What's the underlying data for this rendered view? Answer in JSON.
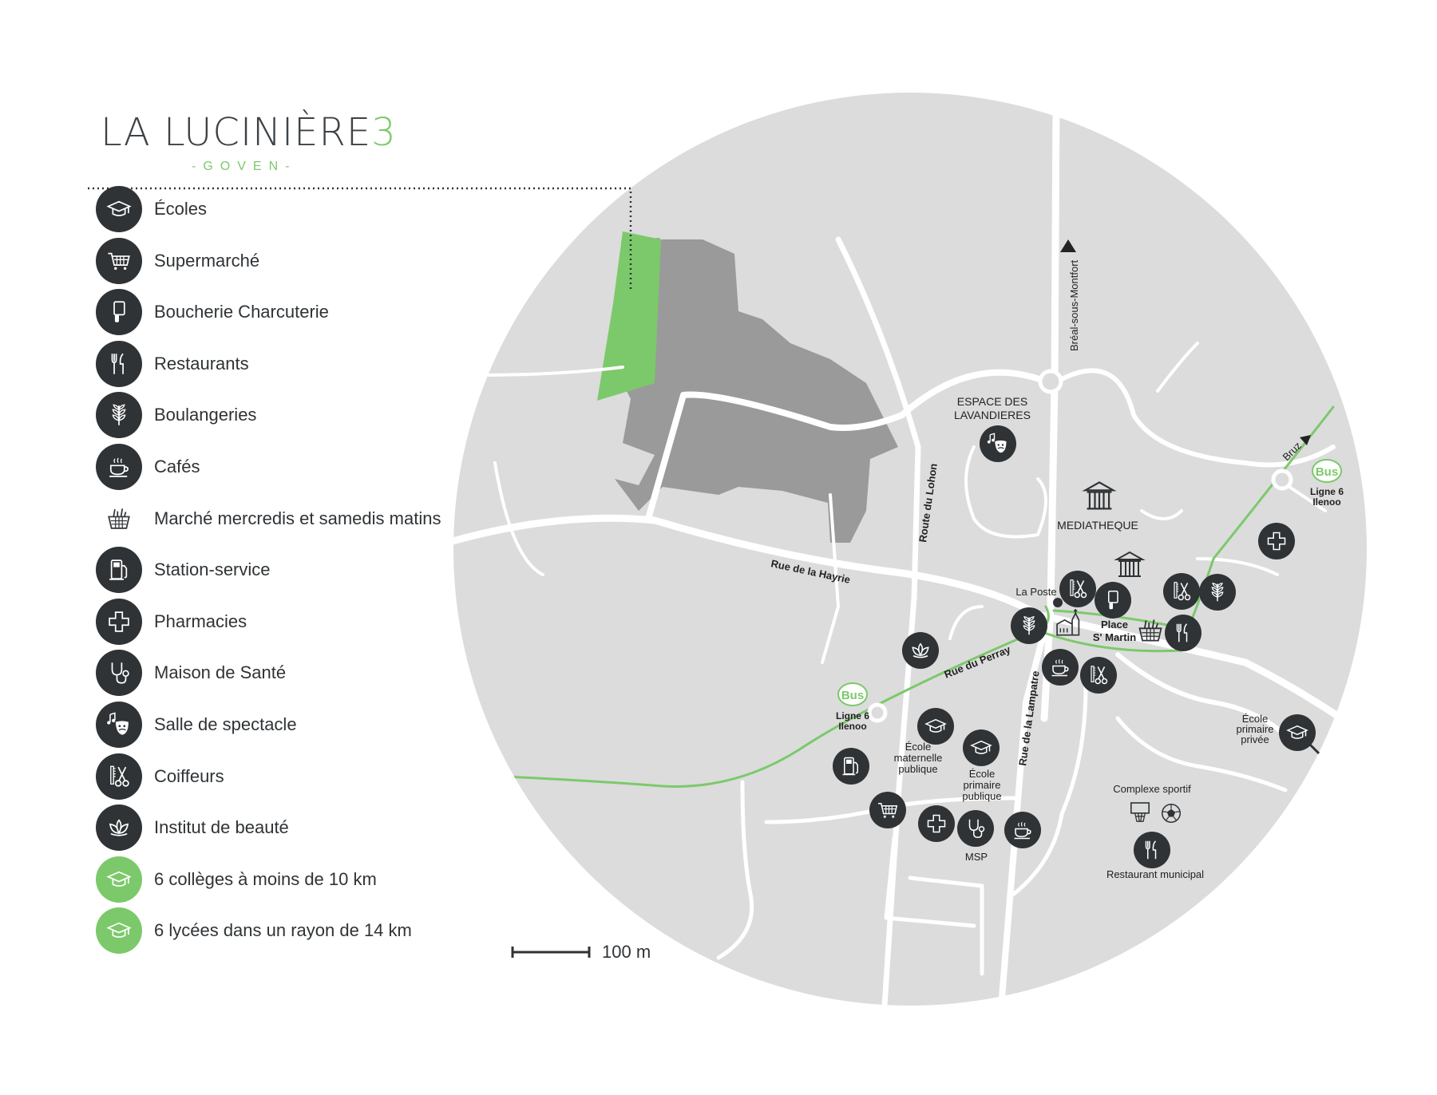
{
  "brand": {
    "title": "LA LUCINIÈRE",
    "number": "3",
    "subtitle": "-GOVEN-"
  },
  "legend": [
    {
      "icon": "graduation-cap-icon",
      "label": "Écoles",
      "style": "dark"
    },
    {
      "icon": "shopping-cart-icon",
      "label": "Supermarché",
      "style": "dark"
    },
    {
      "icon": "cleaver-icon",
      "label": "Boucherie Charcuterie",
      "style": "dark"
    },
    {
      "icon": "fork-knife-icon",
      "label": "Restaurants",
      "style": "dark"
    },
    {
      "icon": "wheat-icon",
      "label": "Boulangeries",
      "style": "dark"
    },
    {
      "icon": "coffee-cup-icon",
      "label": "Cafés",
      "style": "dark"
    },
    {
      "icon": "market-basket-icon",
      "label": "Marché mercredis et samedis matins",
      "style": "plain"
    },
    {
      "icon": "fuel-pump-icon",
      "label": "Station-service",
      "style": "dark"
    },
    {
      "icon": "pharmacy-cross-icon",
      "label": "Pharmacies",
      "style": "dark"
    },
    {
      "icon": "stethoscope-icon",
      "label": "Maison de Santé",
      "style": "dark"
    },
    {
      "icon": "theater-masks-icon",
      "label": "Salle de spectacle",
      "style": "dark"
    },
    {
      "icon": "scissors-comb-icon",
      "label": "Coiffeurs",
      "style": "dark"
    },
    {
      "icon": "lotus-icon",
      "label": "Institut de beauté",
      "style": "dark"
    },
    {
      "icon": "graduation-cap-icon",
      "label": "6 collèges à moins de 10 km",
      "style": "green"
    },
    {
      "icon": "graduation-cap-icon",
      "label": "6 lycées dans un rayon de 14 km",
      "style": "green"
    }
  ],
  "scale": {
    "label": "100 m"
  },
  "map": {
    "roads": {
      "hayrie": "Rue de la Hayrie",
      "lohon": "Route du Lohon",
      "perray": "Rue du Perray",
      "lampatre": "Rue de la Lampatre",
      "breal": "Bréal-sous-Montfort",
      "bruz": "Bruz"
    },
    "places": {
      "espace": [
        "ESPACE DES",
        "LAVANDIERES"
      ],
      "mediatheque": "MEDIATHEQUE",
      "laposte": "La Poste",
      "place": [
        "Place",
        "S' Martin"
      ],
      "ecole_primaire_privee": [
        "École",
        "primaire",
        "privée"
      ],
      "ecole_maternelle": [
        "École",
        "maternelle",
        "publique"
      ],
      "ecole_primaire_publique": [
        "École",
        "primaire",
        "publique"
      ],
      "complexe": "Complexe sportif",
      "restaurant_municipal": "Restaurant municipal",
      "msp": "MSP"
    },
    "bus": {
      "badge": "Bus",
      "line": [
        "Ligne 6",
        "Ilenoo"
      ]
    }
  },
  "colors": {
    "accent_green": "#7cc96b",
    "icon_dark": "#2f3336",
    "map_bg": "#dcdcdc",
    "plot": "#9a9a9a"
  }
}
